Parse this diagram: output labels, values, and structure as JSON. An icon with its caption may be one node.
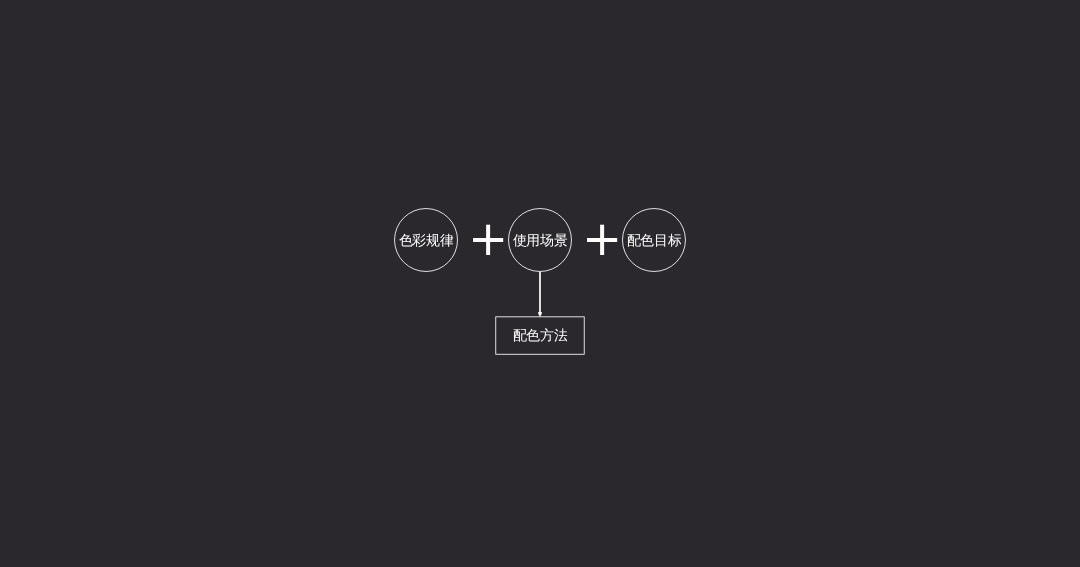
{
  "diagram": {
    "nodes": [
      {
        "text": [
          "色彩规律"
        ]
      },
      {
        "text": [
          "使用场景"
        ]
      },
      {
        "text": [
          "配色目标"
        ]
      },
      {
        "text": [
          "配色方法"
        ]
      }
    ],
    "edges": [
      {
        "from": 1,
        "to": 3,
        "arrow": "to"
      }
    ],
    "labels": [
      "+",
      "+"
    ]
  }
}
